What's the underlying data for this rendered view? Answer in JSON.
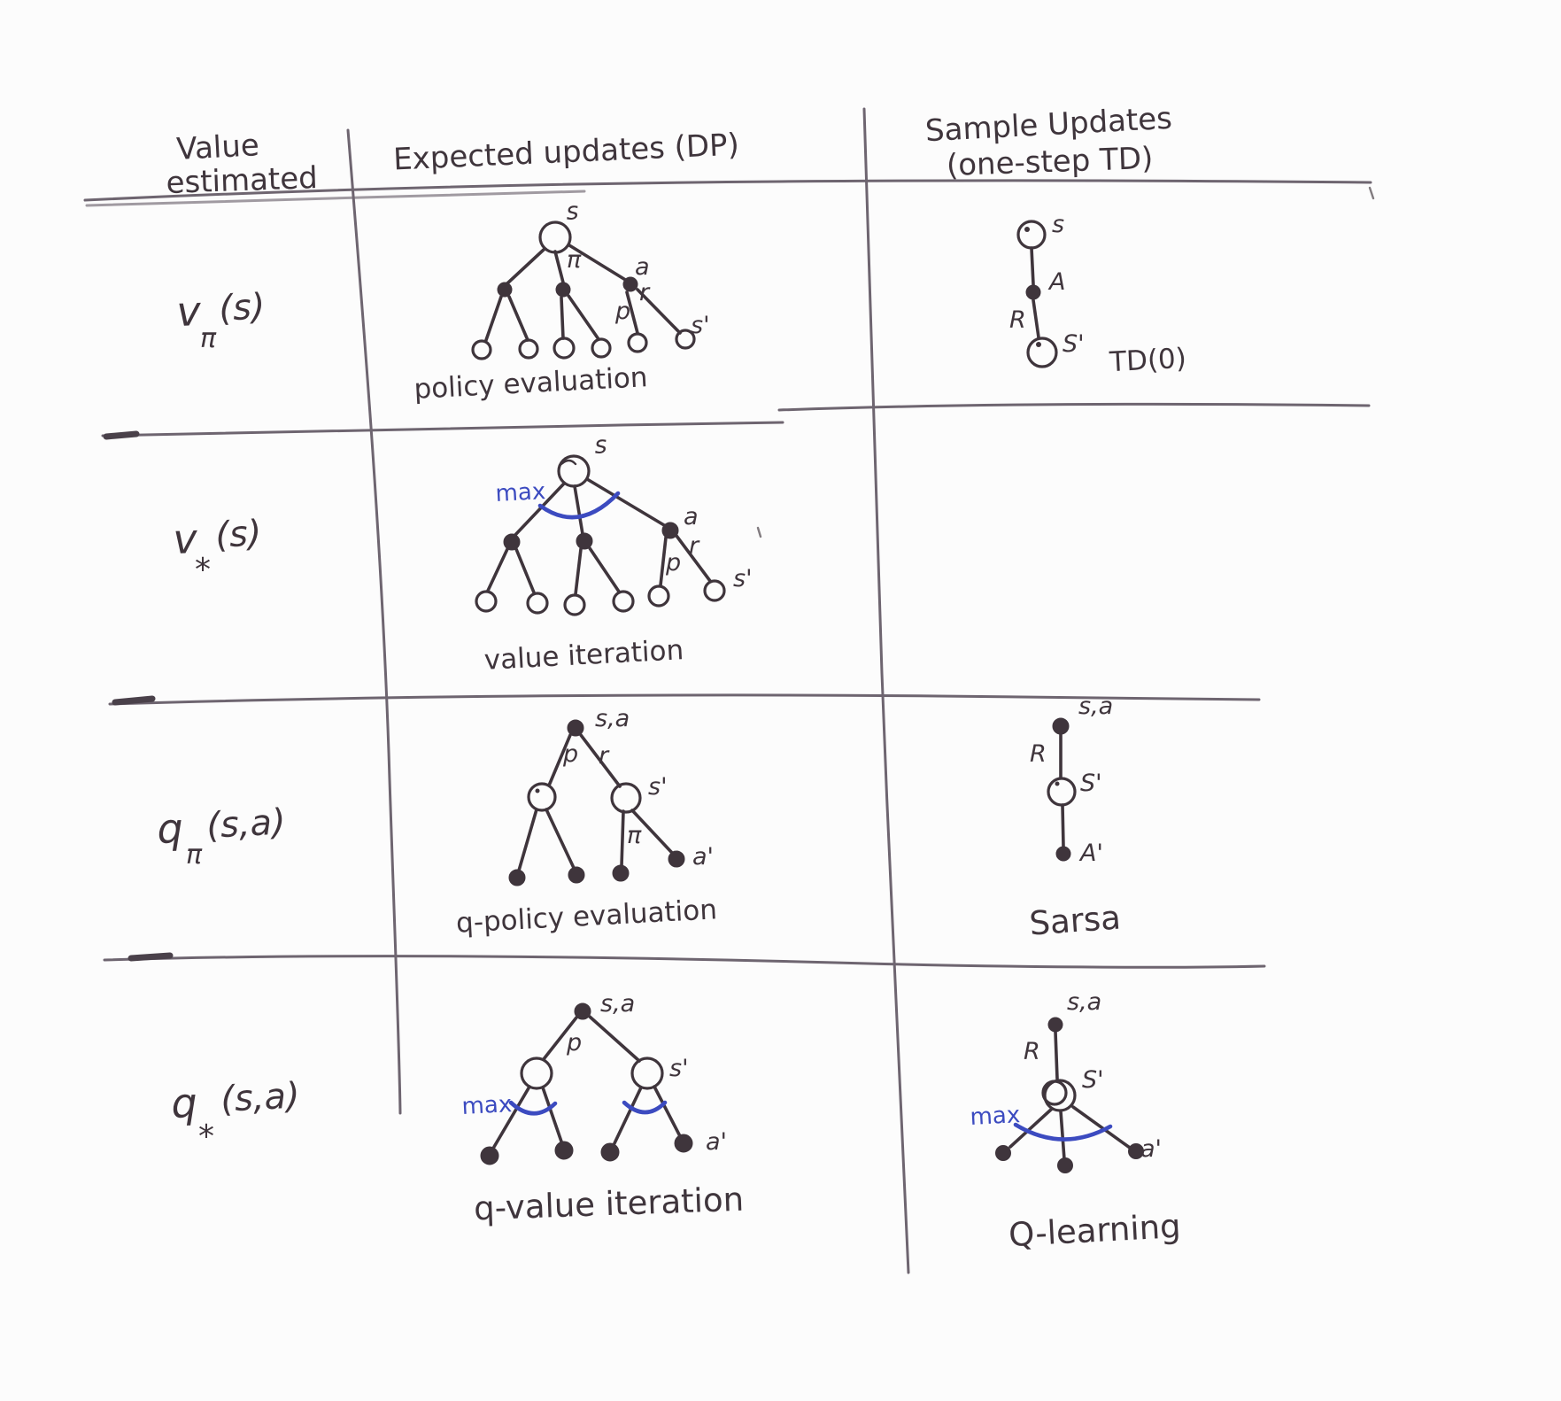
{
  "headers": {
    "col1_line1": "Value",
    "col1_line2": "estimated",
    "col2": "Expected updates (DP)",
    "col3_line1": "Sample Updates",
    "col3_line2": "(one-step TD)"
  },
  "rows": [
    {
      "label": {
        "base": "v",
        "sub": "π",
        "args": "(s)"
      }
    },
    {
      "label": {
        "base": "v",
        "sub": "*",
        "args": "(s)"
      }
    },
    {
      "label": {
        "base": "q",
        "sub": "π",
        "args": "(s,a)"
      }
    },
    {
      "label": {
        "base": "q",
        "sub": "*",
        "args": "(s,a)"
      }
    }
  ],
  "diagrams": {
    "policy_evaluation": {
      "caption": "policy evaluation",
      "labels": {
        "root": "s",
        "pi": "π",
        "action": "a",
        "p": "p",
        "r": "r",
        "s_prime": "s'"
      }
    },
    "td0": {
      "caption": "TD(0)",
      "labels": {
        "state": "s",
        "action": "A",
        "reward": "R",
        "next_state": "S'"
      }
    },
    "value_iteration": {
      "caption": "value iteration",
      "labels": {
        "root": "s",
        "max": "max",
        "action": "a",
        "p": "p",
        "r": "r",
        "s_prime": "s'"
      }
    },
    "q_policy_evaluation": {
      "caption": "q-policy evaluation",
      "labels": {
        "root": "s,a",
        "p": "p",
        "r": "r",
        "s_prime": "s'",
        "pi": "π",
        "a_prime": "a'"
      }
    },
    "sarsa": {
      "caption": "Sarsa",
      "labels": {
        "root": "s,a",
        "reward": "R",
        "next_state": "S'",
        "next_action": "A'"
      }
    },
    "q_value_iteration": {
      "caption": "q-value iteration",
      "labels": {
        "root": "s,a",
        "p": "p",
        "s_prime": "s'",
        "max": "max",
        "a_prime": "a'"
      }
    },
    "q_learning": {
      "caption": "Q-learning",
      "labels": {
        "root": "s,a",
        "reward": "R",
        "next_state": "S'",
        "max": "max",
        "a_prime": "a'"
      }
    }
  },
  "colors": {
    "ink": "#3f353c",
    "grid": "#6e6570",
    "blue": "#3c4bc0",
    "paper": "#fcfcfc"
  }
}
